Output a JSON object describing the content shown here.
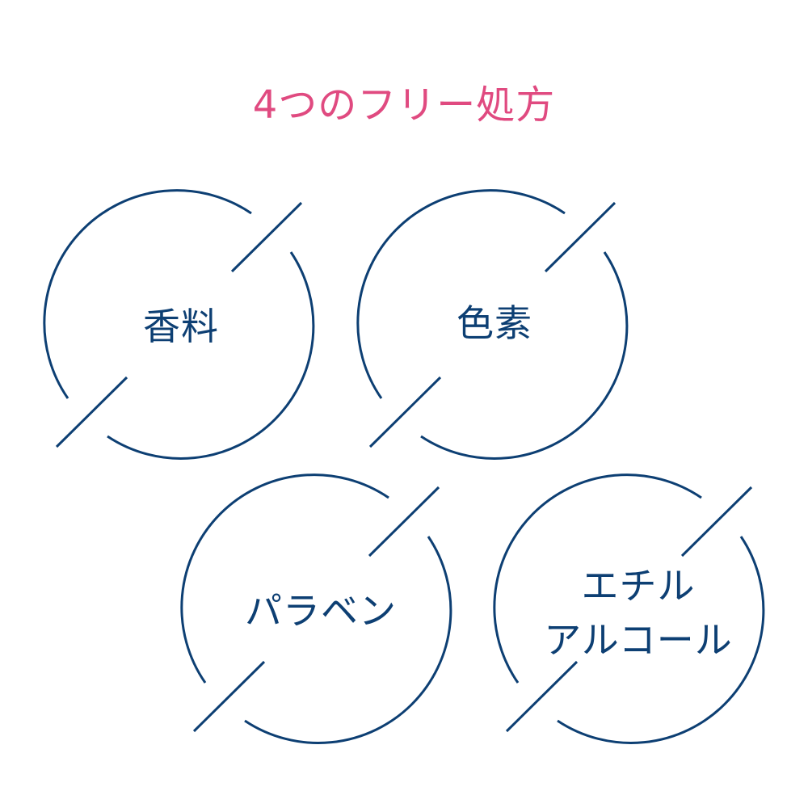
{
  "title": "4つのフリー処方",
  "colors": {
    "title": "#e04a80",
    "icon": "#0d3f73",
    "background": "#ffffff"
  },
  "items": [
    {
      "label": "香料",
      "icon": "circle-slash-icon"
    },
    {
      "label": "色素",
      "icon": "circle-slash-icon"
    },
    {
      "label": "パラベン",
      "icon": "circle-slash-icon"
    },
    {
      "label_line1": "エチル",
      "label_line2": "アルコール",
      "icon": "circle-slash-icon"
    }
  ]
}
